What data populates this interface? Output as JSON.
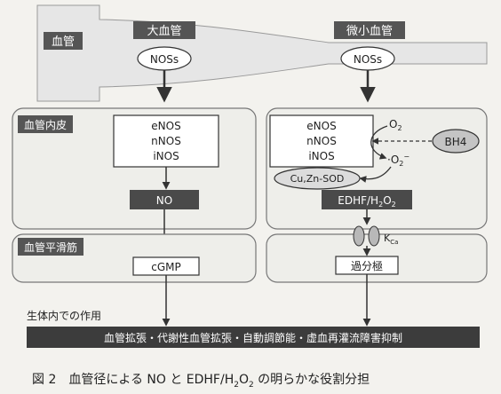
{
  "vessel": {
    "label": "血管",
    "large": "大血管",
    "micro": "微小血管",
    "nos_left": "NOSs",
    "nos_right": "NOSs"
  },
  "endothelium": {
    "label": "血管内皮",
    "left_isoforms": [
      "eNOS",
      "nNOS",
      "iNOS"
    ],
    "right_isoforms": [
      "eNOS",
      "nNOS",
      "iNOS"
    ],
    "no": "NO",
    "o2": "O",
    "o2_sub": "2",
    "superoxide": "·O",
    "superoxide_sub": "2",
    "superoxide_sup": "−",
    "bh4": "BH4",
    "sod": "Cu,Zn-SOD",
    "edhf_a": "EDHF/H",
    "edhf_sub": "2",
    "edhf_b": "O",
    "edhf_sub2": "2"
  },
  "smooth_muscle": {
    "label": "血管平滑筋",
    "cgmp": "cGMP",
    "kca": "K",
    "kca_sub": "Ca",
    "hyperpolarization": "過分極"
  },
  "effect": {
    "label": "生体内での作用",
    "bar": "血管拡張・代謝性血管拡張・自動調節能・虚血再灌流障害抑制"
  },
  "caption": {
    "num": "図 2",
    "text_a": "血管径による NO と EDHF/H",
    "sub1": "2",
    "text_b": "O",
    "sub2": "2",
    "text_c": " の明らかな役割分担"
  },
  "colors": {
    "header_fill": "#555555",
    "dark_box": "#4a4a4a",
    "gray_fill": "#c4c4c4",
    "light_fill": "#dcdcdc",
    "line": "#333333",
    "panel_stroke": "#777777"
  }
}
